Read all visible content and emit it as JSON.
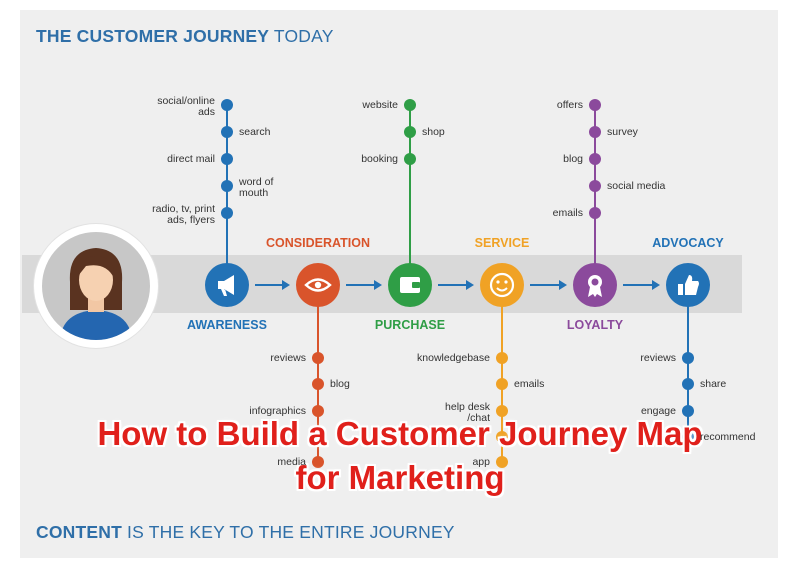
{
  "header": {
    "title_bold": "THE CUSTOMER JOURNEY",
    "title_rest": " TODAY"
  },
  "footer": {
    "text_bold": "CONTENT",
    "text_rest": " IS THE KEY TO THE ENTIRE JOURNEY"
  },
  "overlay": {
    "line1": "How to Build a Customer Journey Map",
    "line2": "for Marketing"
  },
  "stages": [
    {
      "label": "AWARENESS",
      "color": "#2272b6",
      "icon": "megaphone-icon",
      "above": [
        "social/online\nads",
        "search",
        "direct mail",
        "word of\nmouth",
        "radio, tv, print\nads, flyers"
      ],
      "below": []
    },
    {
      "label": "CONSIDERATION",
      "color": "#d9542b",
      "icon": "eye-icon",
      "above": [],
      "below": [
        "reviews",
        "blog",
        "infographics",
        "",
        "media"
      ]
    },
    {
      "label": "PURCHASE",
      "color": "#2f9e46",
      "icon": "wallet-icon",
      "above": [
        "website",
        "shop",
        "booking"
      ],
      "below": []
    },
    {
      "label": "SERVICE",
      "color": "#f0a225",
      "icon": "smiley-icon",
      "above": [],
      "below": [
        "knowledgebase",
        "emails",
        "help desk\n/chat",
        "",
        "app"
      ]
    },
    {
      "label": "LOYALTY",
      "color": "#8b4a9c",
      "icon": "ribbon-icon",
      "above": [
        "offers",
        "survey",
        "blog",
        "social media",
        "emails"
      ],
      "below": []
    },
    {
      "label": "ADVOCACY",
      "color": "#2272b6",
      "icon": "thumbs-up-icon",
      "above": [],
      "below": [
        "reviews",
        "share",
        "engage",
        "recommend"
      ]
    }
  ]
}
